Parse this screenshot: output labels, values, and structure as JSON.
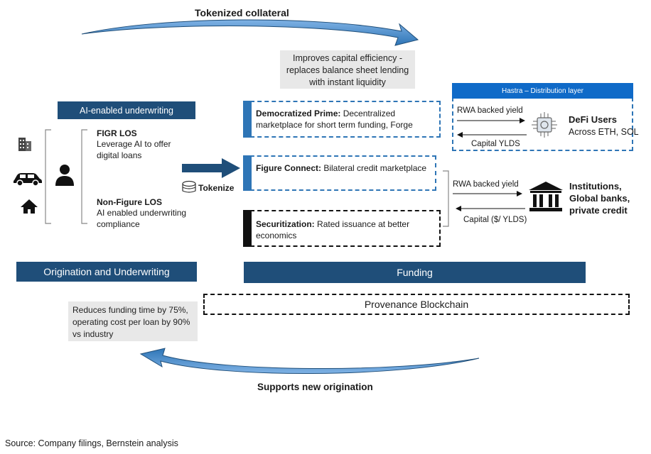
{
  "top_arrow": {
    "label": "Tokenized collateral"
  },
  "bottom_arrow": {
    "label": "Supports new origination"
  },
  "callout_top": {
    "text": "Improves capital efficiency - replaces balance sheet lending with instant liquidity"
  },
  "callout_bottom": {
    "text": "Reduces funding time by 75%, operating cost per loan by 90% vs industry"
  },
  "ai_header": "AI-enabled underwriting",
  "figr_los": {
    "title": "FIGR LOS",
    "desc": "Leverage AI to offer digital loans"
  },
  "nonfigure_los": {
    "title": "Non-Figure LOS",
    "desc": "AI enabled underwriting compliance"
  },
  "tokenize_label": "Tokenize",
  "origination_bar": "Origination and Underwriting",
  "funding_bar": "Funding",
  "provenance": "Provenance Blockchain",
  "prime": {
    "title": "Democratized Prime:",
    "desc": " Decentralized marketplace for short term funding, Forge"
  },
  "connect": {
    "title": "Figure Connect:",
    "desc": " Bilateral credit marketplace"
  },
  "securitization": {
    "title": "Securitization:",
    "desc": " Rated issuance at better economics"
  },
  "hastra": {
    "header": "Hastra – Distribution layer",
    "rwa_label": "RWA backed yield",
    "capital_label": "Capital YLDS",
    "users_title": "DeFi Users",
    "users_desc": "Across ETH, SOL"
  },
  "institutions": {
    "rwa_label": "RWA backed yield",
    "capital_label": "Capital ($/ YLDS)",
    "title": "Institutions, Global banks, private credit"
  },
  "source": "Source: Company filings, Bernstein analysis",
  "colors": {
    "navy": "#1f4e79",
    "blue": "#2e75b6",
    "gray": "#e8e8e8"
  }
}
